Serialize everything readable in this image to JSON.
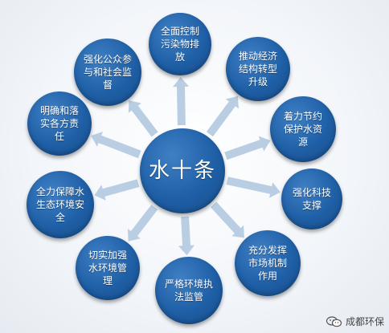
{
  "center": {
    "label": "水十条"
  },
  "items": [
    {
      "id": "pollution",
      "label": "全面控制\n污染物排\n放"
    },
    {
      "id": "economy",
      "label": "推动经济\n结构转型\n升级"
    },
    {
      "id": "water-saving",
      "label": "着力节约\n保护水资\n源"
    },
    {
      "id": "tech",
      "label": "强化科技\n支撑"
    },
    {
      "id": "market",
      "label": "充分发挥\n市场机制\n作用"
    },
    {
      "id": "supervision",
      "label": "严格环境执\n法监管"
    },
    {
      "id": "management",
      "label": "切实加强\n水环境管\n理"
    },
    {
      "id": "ecology",
      "label": "全力保障水\n生态环境安\n全"
    },
    {
      "id": "responsibility",
      "label": "明确和落\n实各方责\n任"
    },
    {
      "id": "public",
      "label": "强化公众参\n与和社会监\n督"
    }
  ],
  "watermark": {
    "text": "成都环保",
    "icon": "wechat-icon"
  },
  "colors": {
    "node": "#1f5fa6",
    "arrow": "#b9cde3",
    "background": "#f3f6fa"
  }
}
